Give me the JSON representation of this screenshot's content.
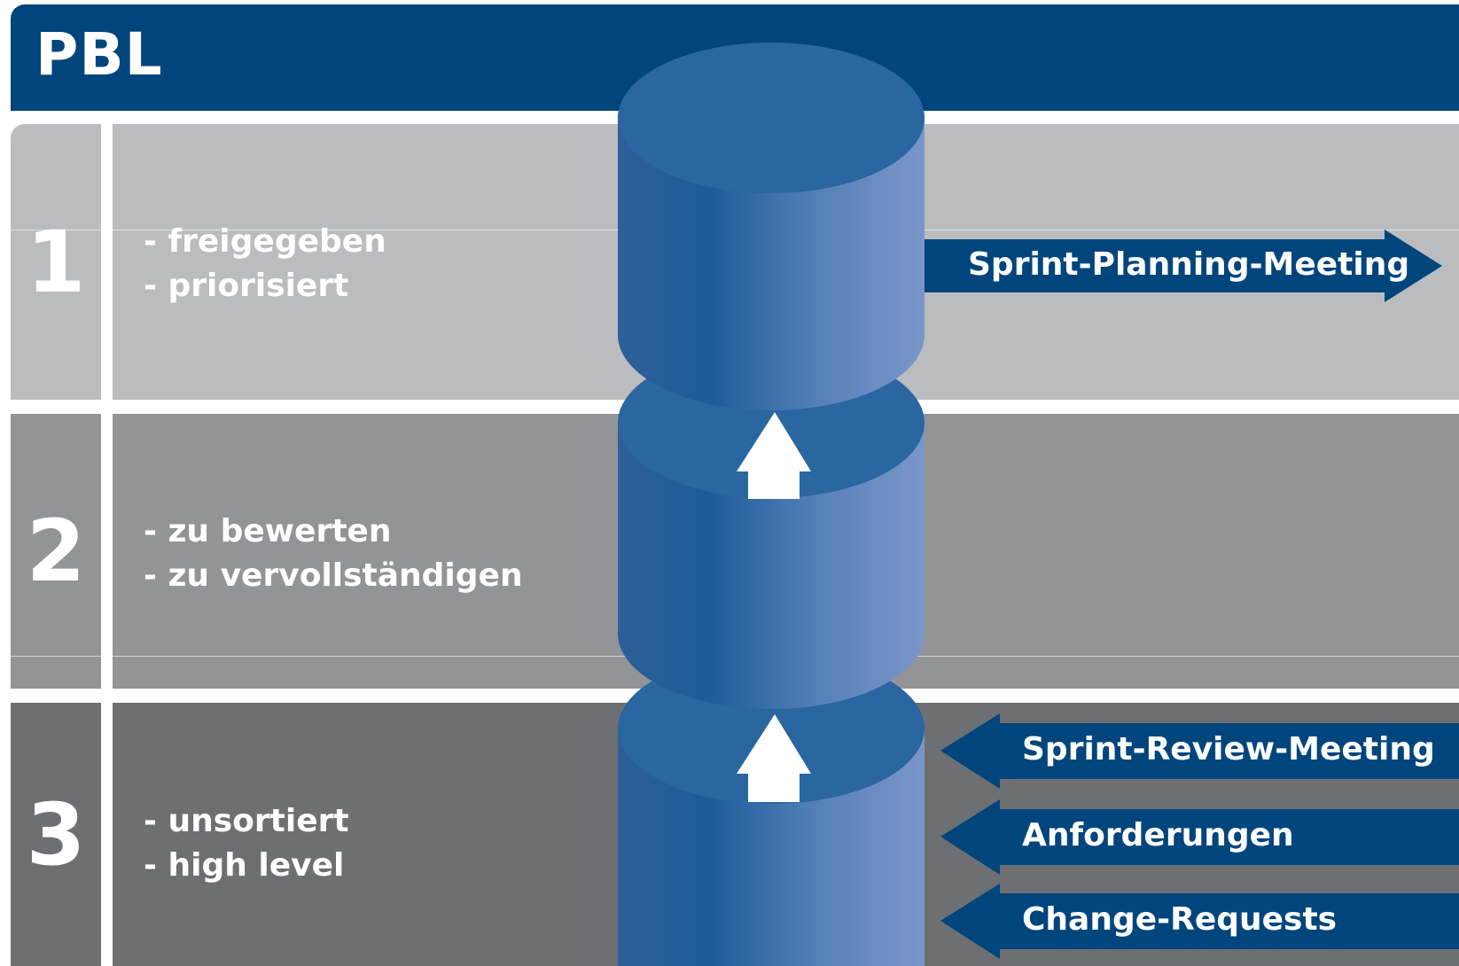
{
  "title": "PBL",
  "levels": [
    {
      "number": "1",
      "lines": [
        "- freigegeben",
        "- priorisiert"
      ]
    },
    {
      "number": "2",
      "lines": [
        "- zu bewerten",
        "- zu vervollständigen"
      ]
    },
    {
      "number": "3",
      "lines": [
        "- unsortiert",
        "- high level"
      ]
    }
  ],
  "outputs": [
    "Sprint-Planning-Meeting"
  ],
  "inputs": [
    "Sprint-Review-Meeting",
    "Anforderungen",
    "Change-Requests"
  ],
  "colors": {
    "header": "#00457c",
    "level1": "#bbbcbf",
    "level2": "#939497",
    "level3": "#6e6f73",
    "cylinder": "#2a66a0",
    "arrow": "#00457c"
  }
}
